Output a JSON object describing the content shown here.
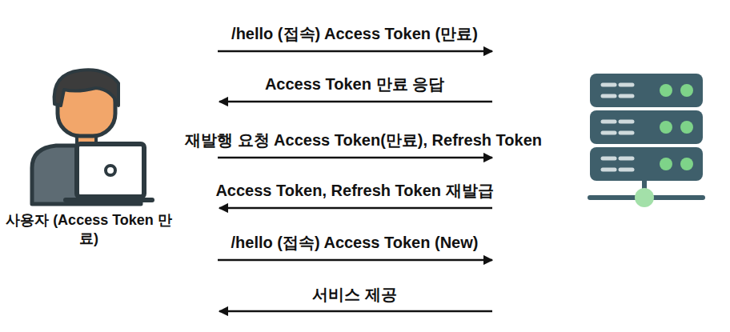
{
  "diagram": {
    "nodes": [
      {
        "text": [
          "사용자 (Access Token 만료)"
        ]
      }
    ],
    "labels": [
      "/hello (접속) Access Token (만료)",
      "Access Token 만료 응답",
      "재발행 요청 Access Token(만료), Refresh Token",
      "Access Token, Refresh Token 재발급",
      "/hello (접속) Access Token (New)",
      "서비스 제공"
    ]
  }
}
